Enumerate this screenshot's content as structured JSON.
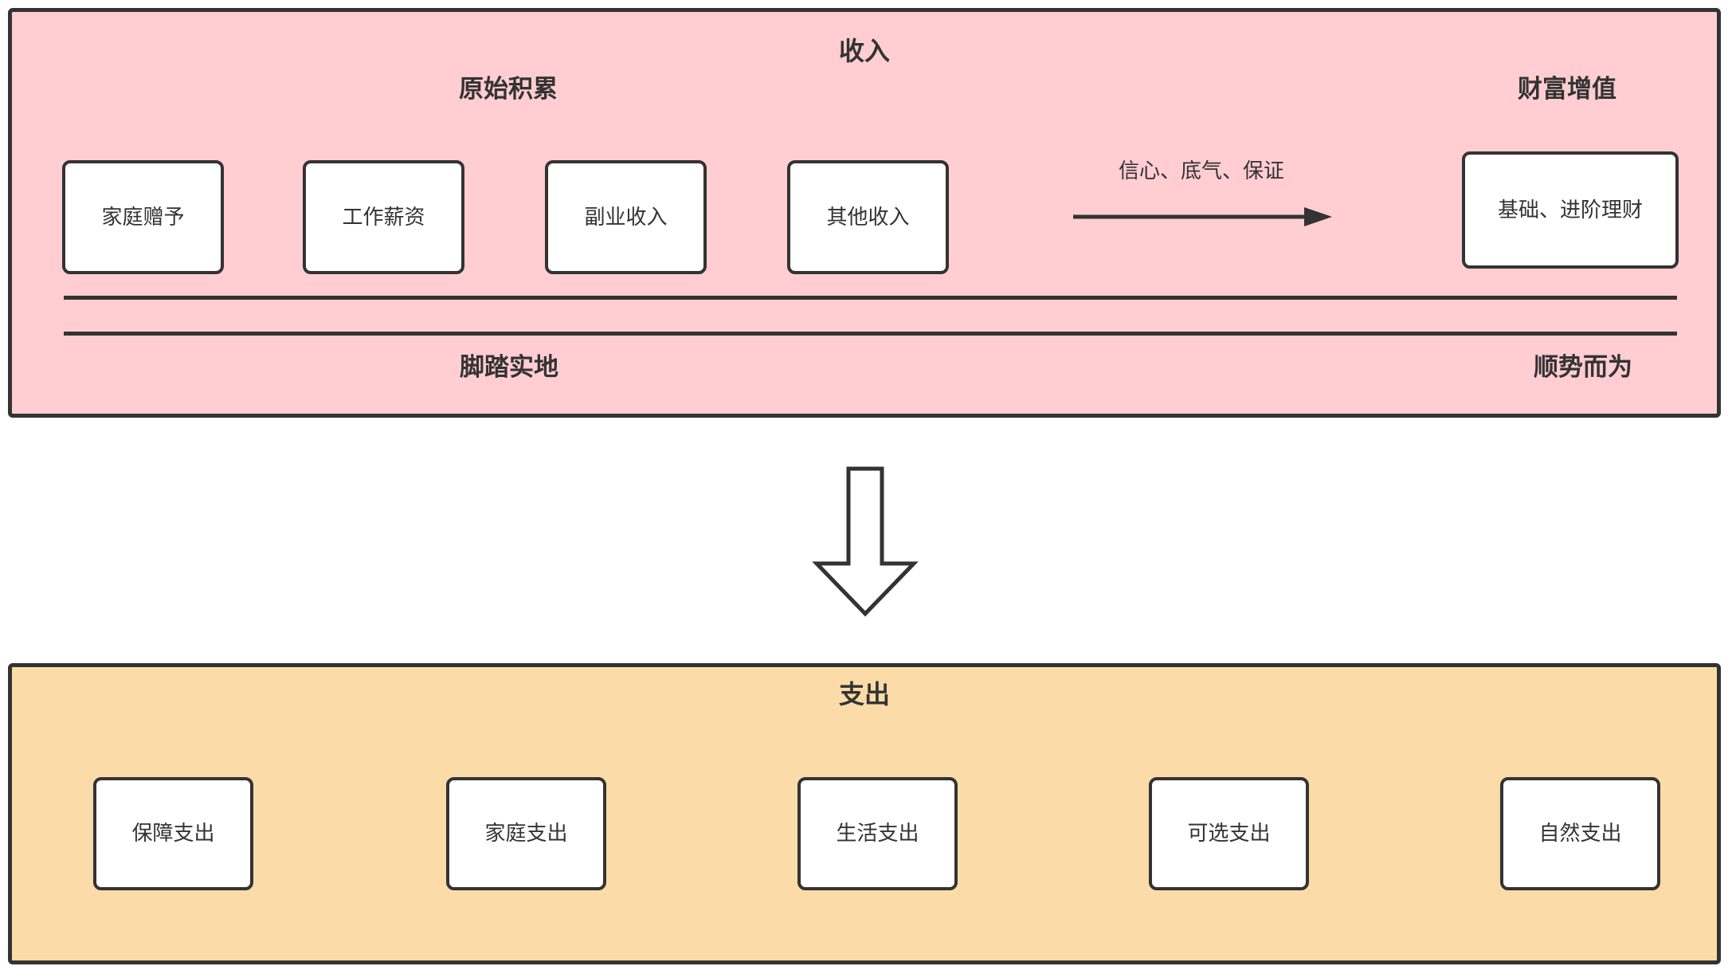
{
  "income": {
    "title": "收入",
    "heading_left": "原始积累",
    "heading_right": "财富增值",
    "boxes": [
      "家庭赠予",
      "工作薪资",
      "副业收入",
      "其他收入"
    ],
    "arrow_label": "信心、底气、保证",
    "wealth_box": "基础、进阶理财",
    "footer_left": "脚踏实地",
    "footer_right": "顺势而为"
  },
  "expense": {
    "title": "支出",
    "boxes": [
      "保障支出",
      "家庭支出",
      "生活支出",
      "可选支出",
      "自然支出"
    ]
  },
  "icons": {
    "down_arrow": "down-arrow",
    "right_arrow": "right-arrow"
  },
  "colors": {
    "income_bg": "#FFCDD2",
    "expense_bg": "#FBDBA7",
    "stroke": "#333333",
    "node_fill": "#FFFFFF"
  }
}
